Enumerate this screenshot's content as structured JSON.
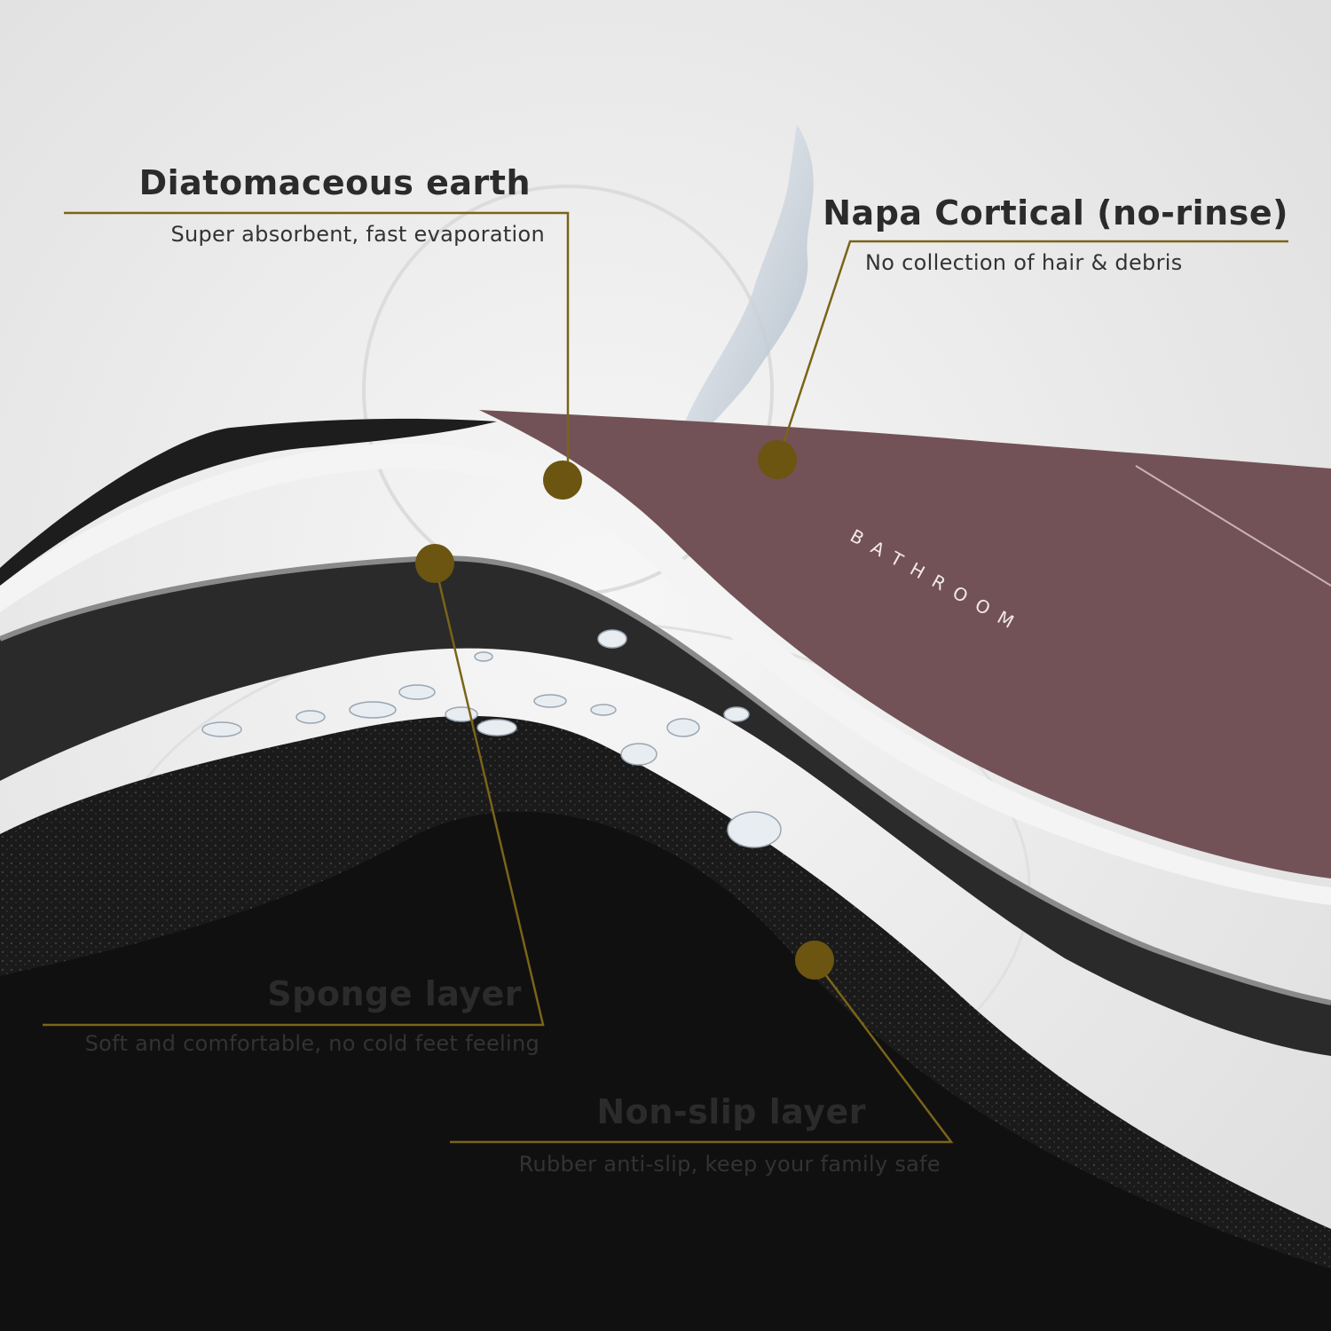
{
  "callouts": [
    {
      "id": "diatomaceous",
      "title": "Diatomaceous earth",
      "description": "Super absorbent, fast evaporation"
    },
    {
      "id": "napa",
      "title": "Napa Cortical (no-rinse)",
      "description": "No collection of hair & debris"
    },
    {
      "id": "sponge",
      "title": "Sponge layer",
      "description": "Soft and comfortable, no cold feet feeling"
    },
    {
      "id": "nonslip",
      "title": "Non-slip layer",
      "description": "Rubber anti-slip, keep your family safe"
    }
  ],
  "mat_print": "BATHROOM",
  "colors": {
    "background": "#e9e9e9",
    "leader_gold": "#7a6418",
    "marker_gold": "#6b5510",
    "top_layer": "#725257",
    "diatom_layer": "#f4f4f4",
    "sponge_layer": "#262626",
    "nonslip_layer": "#151515"
  }
}
